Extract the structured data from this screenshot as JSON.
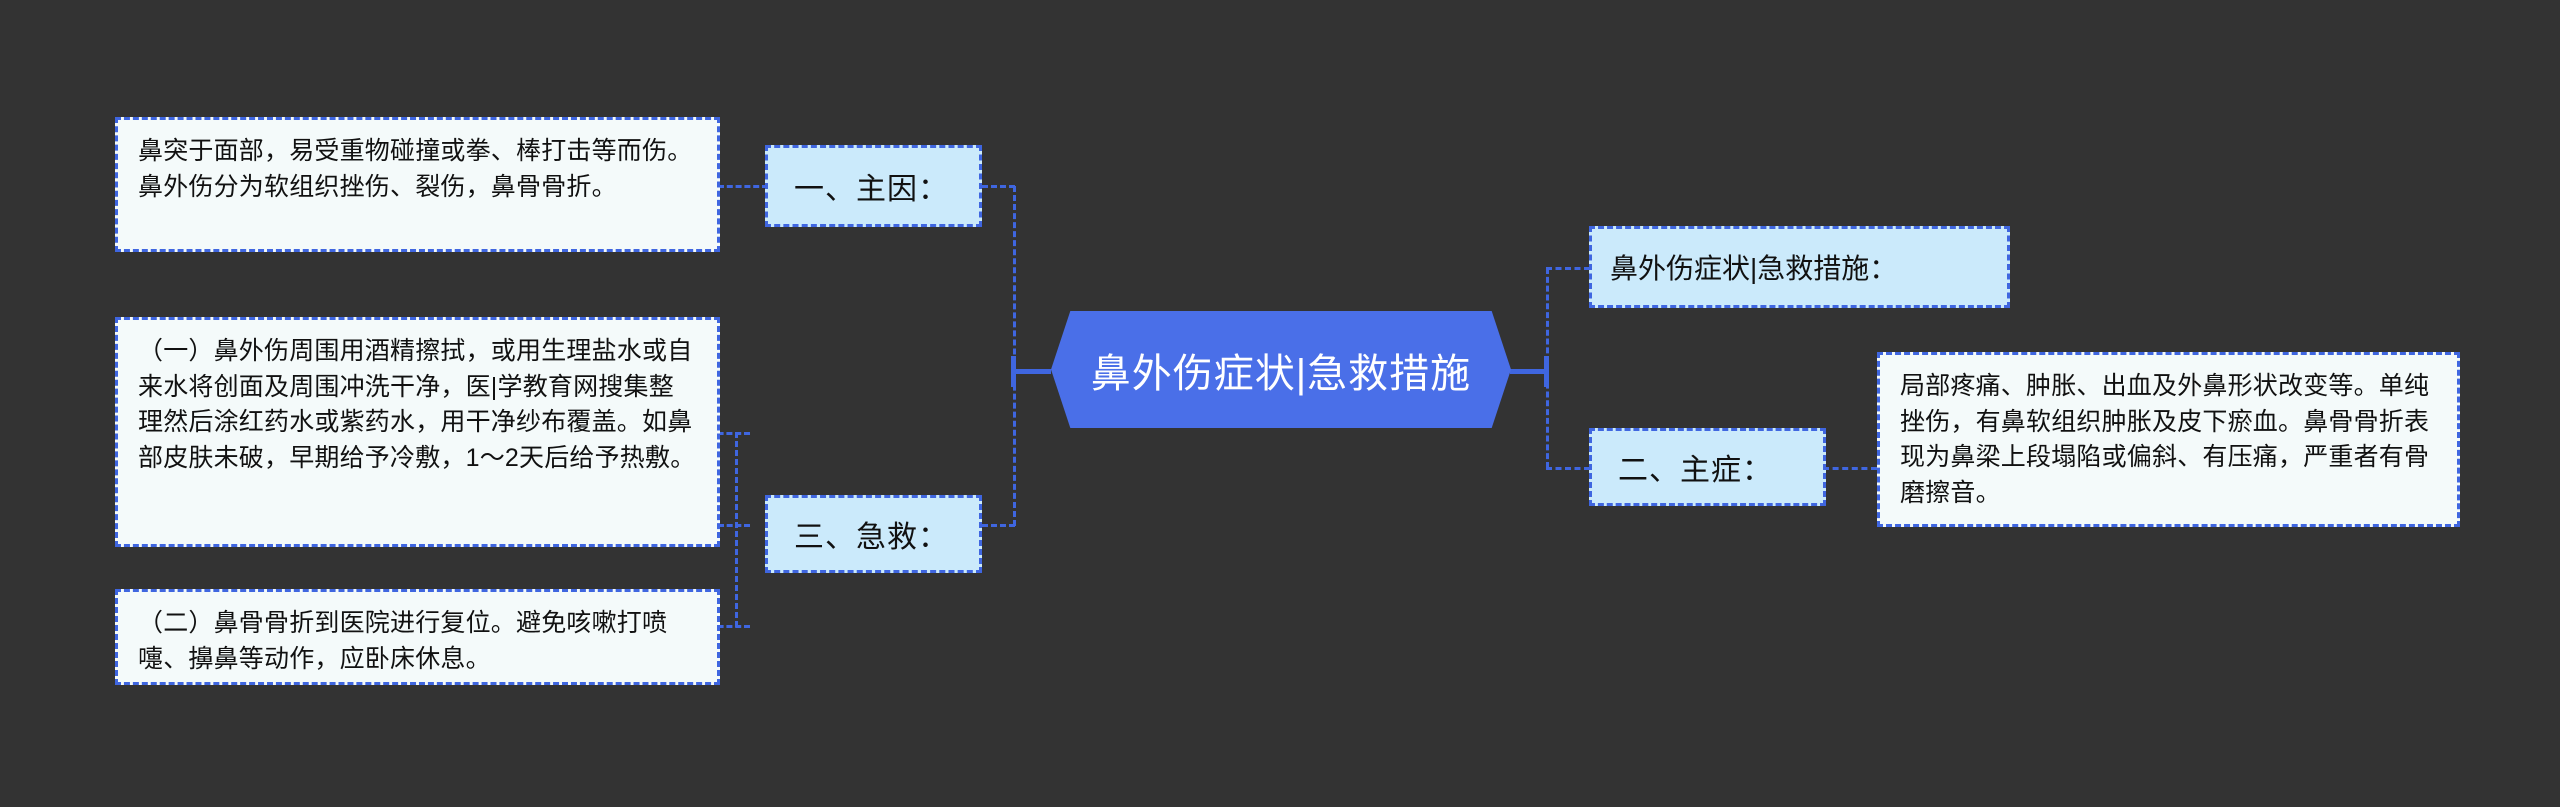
{
  "theme": {
    "background": "#333333",
    "accent": "#3f66e0",
    "root_fill": "#4a6fe8",
    "branch_fill": "#cbeafb",
    "leaf_fill": "#f4fafa",
    "text_dark": "#111111",
    "text_light": "#ffffff"
  },
  "mindmap": {
    "root": {
      "label": "鼻外伤症状|急救措施"
    },
    "left_branches": [
      {
        "label": "一、主因：",
        "leaves": [
          "鼻突于面部，易受重物碰撞或拳、棒打击等而伤。鼻外伤分为软组织挫伤、裂伤，鼻骨骨折。"
        ]
      },
      {
        "label": "三、急救：",
        "leaves": [
          "（一）鼻外伤周围用酒精擦拭，或用生理盐水或自来水将创面及周围冲洗干净，医|学教育网搜集整理然后涂红药水或紫药水，用干净纱布覆盖。如鼻部皮肤未破，早期给予冷敷，1～2天后给予热敷。",
          "（二）鼻骨骨折到医院进行复位。避免咳嗽打喷嚏、擤鼻等动作，应卧床休息。"
        ]
      }
    ],
    "right_branches": [
      {
        "label": "鼻外伤症状|急救措施：",
        "leaves": []
      },
      {
        "label": "二、主症：",
        "leaves": [
          "局部疼痛、肿胀、出血及外鼻形状改变等。单纯挫伤，有鼻软组织肿胀及皮下瘀血。鼻骨骨折表现为鼻梁上段塌陷或偏斜、有压痛，严重者有骨磨擦音。"
        ]
      }
    ]
  }
}
